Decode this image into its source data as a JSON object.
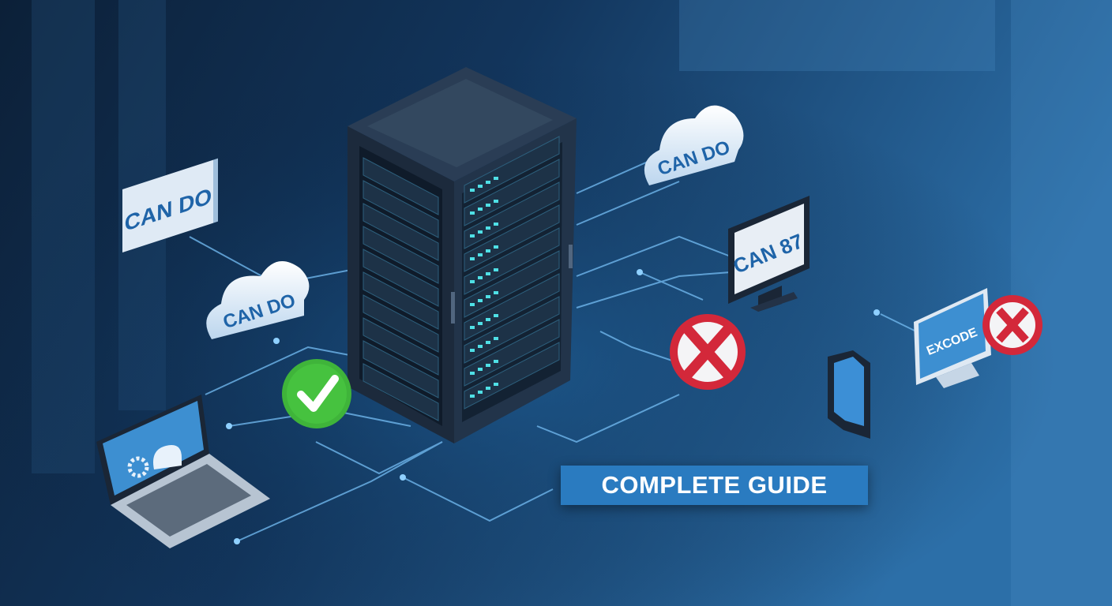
{
  "labels": {
    "sign": "CAN DO",
    "cloud_left": "CAN DO",
    "cloud_right": "CAN DO",
    "monitor": "CAN 87",
    "monitor_small": "EXCODE",
    "banner": "COMPLETE GUIDE"
  },
  "colors": {
    "background_dark": "#0b2340",
    "background_light": "#2f78b5",
    "accent_blue": "#2a7bc0",
    "check_green": "#3fb43a",
    "error_red": "#d3283a"
  }
}
